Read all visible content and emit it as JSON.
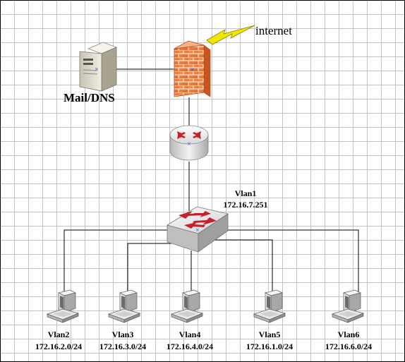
{
  "internet_label": "internet",
  "mail_dns_label": "Mail/DNS",
  "core_switch": {
    "vlan": "Vlan1",
    "ip": "172.16.7.251"
  },
  "hosts": [
    {
      "vlan": "Vlan2",
      "subnet": "172.16.2.0/24"
    },
    {
      "vlan": "Vlan3",
      "subnet": "172.16.3.0/24"
    },
    {
      "vlan": "Vlan4",
      "subnet": "172.16.4.0/24"
    },
    {
      "vlan": "Vlan5",
      "subnet": "172.16.1.0/24"
    },
    {
      "vlan": "Vlan6",
      "subnet": "172.16.6.0/24"
    }
  ],
  "colors": {
    "firewall_brick": "#e8733a",
    "switch_arrow": "#c8202a",
    "lightning": "#f2e600"
  }
}
